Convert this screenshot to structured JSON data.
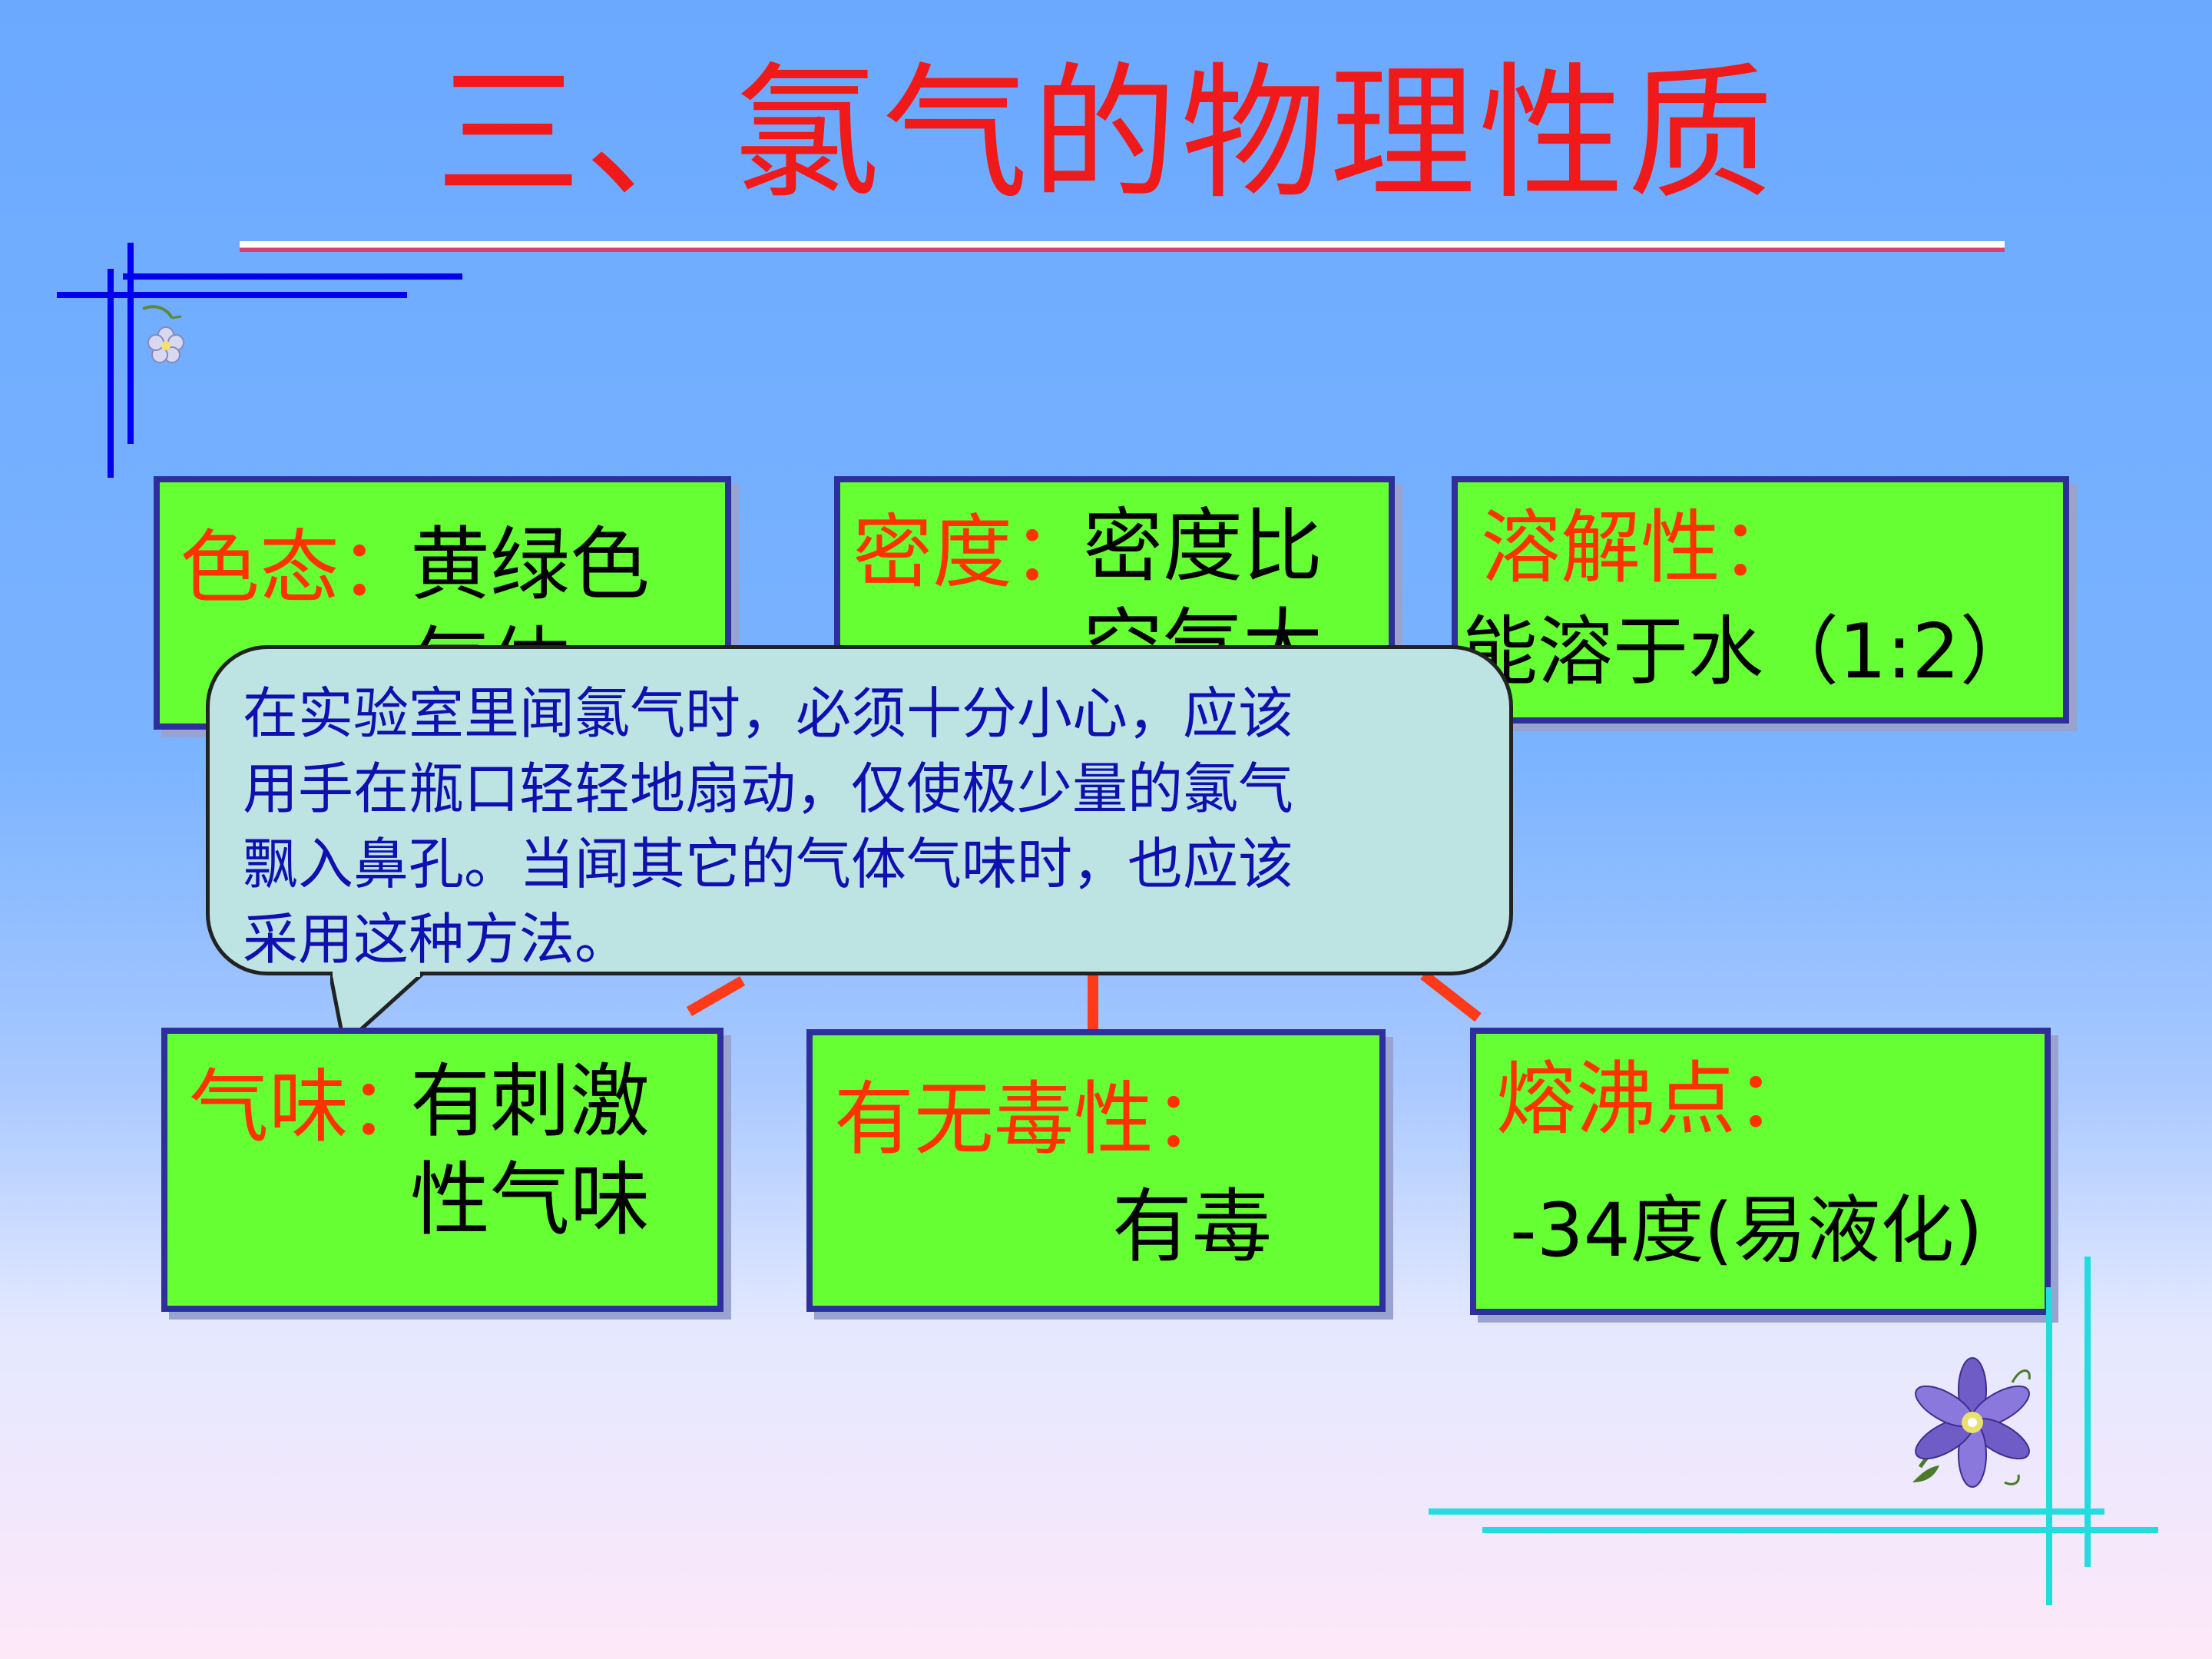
{
  "title": "三、氯气的物理性质",
  "properties": {
    "color_state": {
      "label": "色态：",
      "value": "黄绿色\n气体"
    },
    "density": {
      "label": "密度：",
      "value": "密度比\n空气大"
    },
    "solubility": {
      "label": "溶解性：",
      "value": "能溶于水（1:2）"
    },
    "odor": {
      "label": "气味：",
      "value": "有刺激\n性气味"
    },
    "toxicity": {
      "label": "有无毒性：",
      "value": "有毒"
    },
    "melting_boiling": {
      "label": "熔沸点：",
      "value": "-34度(易液化)"
    }
  },
  "callout": {
    "text": "在实验室里闻氯气时，必须十分小心，应该\n用手在瓶口轻轻地扇动，仅使极少量的氯气\n飘入鼻孔。当闻其它的气体气味时，也应该\n采用这种方法。"
  },
  "colors": {
    "title": "#f01a1a",
    "box_fill": "#66ff33",
    "box_border": "#2e2e9c",
    "label": "#ff3300",
    "callout_fill": "#bde3e3",
    "callout_text": "#1010b0",
    "frame_blue": "#0000ee",
    "frame_cyan": "#22dddd"
  },
  "decorations": {
    "top_left": "flower-icon",
    "bottom_right": "clematis-flower-icon"
  }
}
